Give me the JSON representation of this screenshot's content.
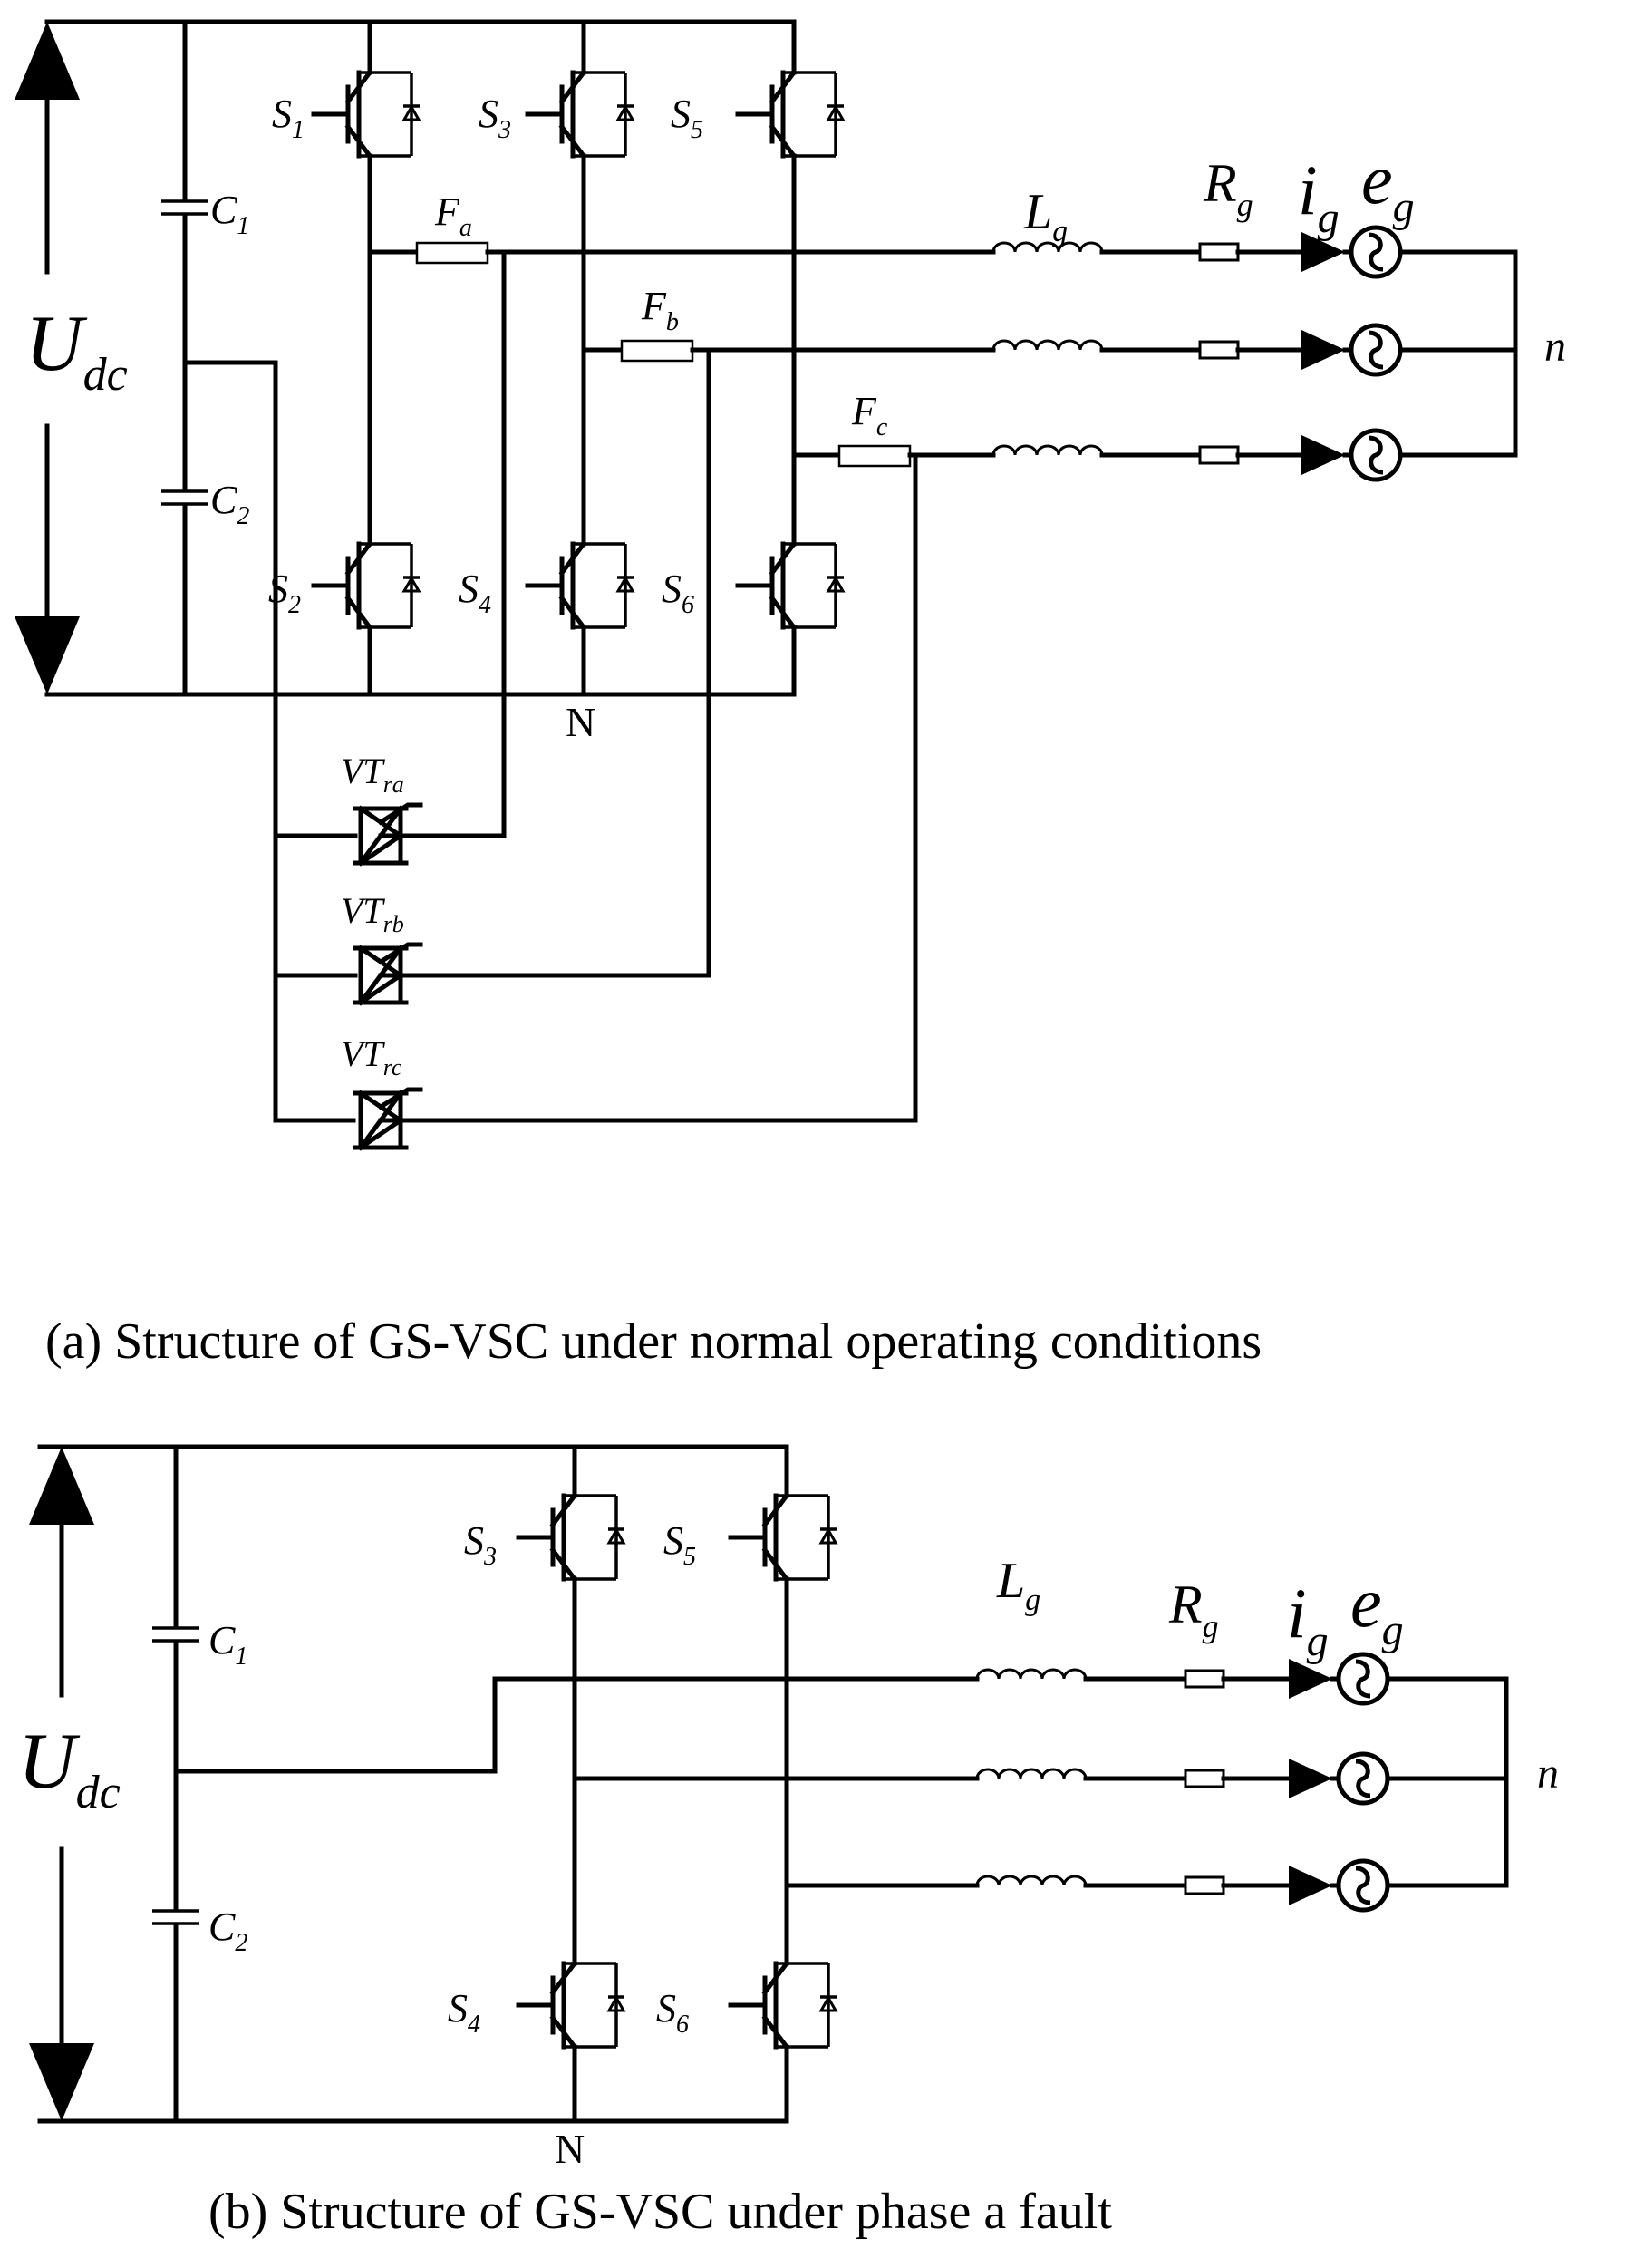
{
  "panel_a": {
    "caption": "(a) Structure of GS-VSC  under normal operating conditions",
    "voltage": {
      "main": "U",
      "sub": "dc"
    },
    "capacitors": [
      {
        "main": "C",
        "sub": "1"
      },
      {
        "main": "C",
        "sub": "2"
      }
    ],
    "switches": [
      {
        "main": "S",
        "sub": "1"
      },
      {
        "main": "S",
        "sub": "3"
      },
      {
        "main": "S",
        "sub": "5"
      },
      {
        "main": "S",
        "sub": "2"
      },
      {
        "main": "S",
        "sub": "4"
      },
      {
        "main": "S",
        "sub": "6"
      }
    ],
    "fuses": [
      {
        "main": "F",
        "sub": "a"
      },
      {
        "main": "F",
        "sub": "b"
      },
      {
        "main": "F",
        "sub": "c"
      }
    ],
    "inductor": {
      "main": "L",
      "sub": "g"
    },
    "resistor": {
      "main": "R",
      "sub": "g"
    },
    "current": {
      "main": "i",
      "sub": "g"
    },
    "source": {
      "main": "e",
      "sub": "g"
    },
    "neutral_grid": "n",
    "neutral_dc": "N",
    "thyristors": [
      {
        "main": "VT",
        "sub": "ra"
      },
      {
        "main": "VT",
        "sub": "rb"
      },
      {
        "main": "VT",
        "sub": "rc"
      }
    ]
  },
  "panel_b": {
    "caption": "(b) Structure of GS-VSC  under phase a fault",
    "voltage": {
      "main": "U",
      "sub": "dc"
    },
    "capacitors": [
      {
        "main": "C",
        "sub": "1"
      },
      {
        "main": "C",
        "sub": "2"
      }
    ],
    "switches": [
      {
        "main": "S",
        "sub": "3"
      },
      {
        "main": "S",
        "sub": "5"
      },
      {
        "main": "S",
        "sub": "4"
      },
      {
        "main": "S",
        "sub": "6"
      }
    ],
    "inductor": {
      "main": "L",
      "sub": "g"
    },
    "resistor": {
      "main": "R",
      "sub": "g"
    },
    "current": {
      "main": "i",
      "sub": "g"
    },
    "source": {
      "main": "e",
      "sub": "g"
    },
    "neutral_grid": "n",
    "neutral_dc": "N"
  }
}
